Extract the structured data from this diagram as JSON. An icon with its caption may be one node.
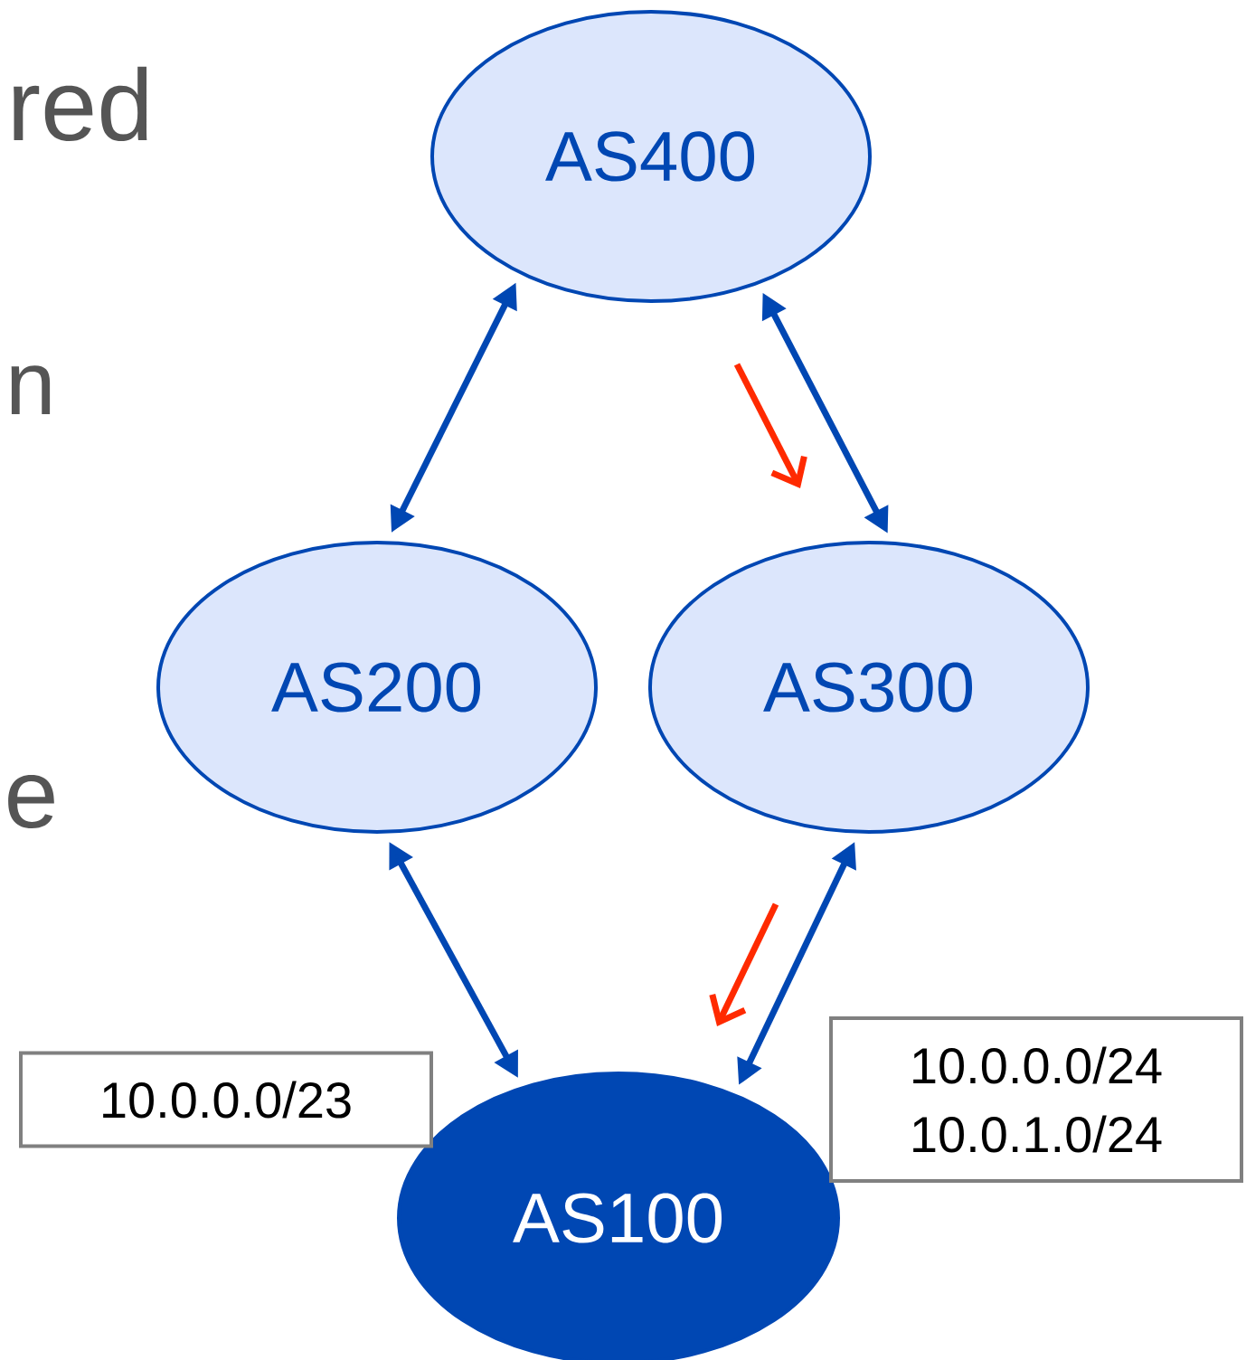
{
  "diagram": {
    "nodes": [
      {
        "text": [
          "AS400"
        ]
      },
      {
        "text": [
          "AS200"
        ]
      },
      {
        "text": [
          "AS300"
        ]
      },
      {
        "text": [
          "AS100"
        ]
      },
      {
        "text": [
          "10.0.0.0/23"
        ]
      },
      {
        "text": [
          "10.0.0.0/24",
          "10.0.1.0/24"
        ]
      }
    ],
    "edges": [
      {
        "from": 0,
        "to": 1,
        "arrow": "both"
      },
      {
        "from": 0,
        "to": 2,
        "arrow": "both"
      },
      {
        "from": 1,
        "to": 3,
        "arrow": "both"
      },
      {
        "from": 2,
        "to": 3,
        "arrow": "both"
      }
    ],
    "labels": [
      "red",
      "n",
      "e"
    ]
  }
}
